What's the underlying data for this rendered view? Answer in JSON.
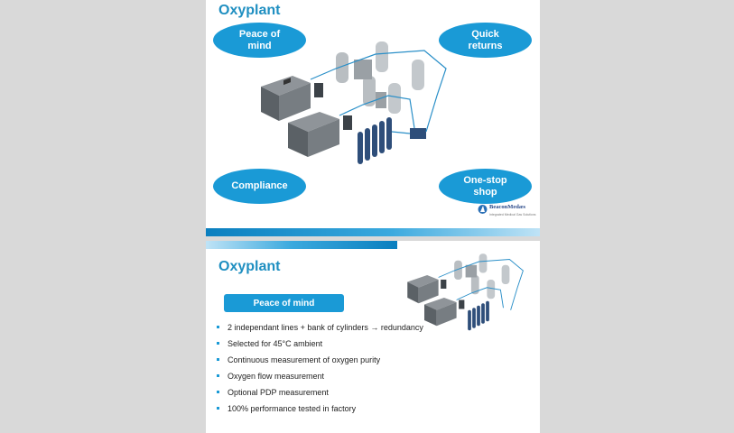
{
  "slide1": {
    "title": "Oxyplant",
    "bubbles": {
      "peace": "Peace of mind",
      "returns": "Quick returns",
      "compliance": "Compliance",
      "shop": "One-stop shop"
    },
    "logo_text": "BeaconMedæs",
    "logo_sub": "Integrated Medical Gas Solutions"
  },
  "slide2": {
    "title": "Oxyplant",
    "section": "Peace of mind",
    "bullets": [
      "2 independant lines + bank of cylinders → redundancy",
      "Selected for 45°C ambient",
      "Continuous measurement of oxygen purity",
      "Oxygen flow measurement",
      "Optional PDP measurement",
      "100% performance tested in factory"
    ]
  },
  "colors": {
    "accent": "#1a9ad6",
    "title": "#1f8fc1"
  },
  "icons": [
    "plant-illustration",
    "beaconmedaes-logo-icon"
  ]
}
